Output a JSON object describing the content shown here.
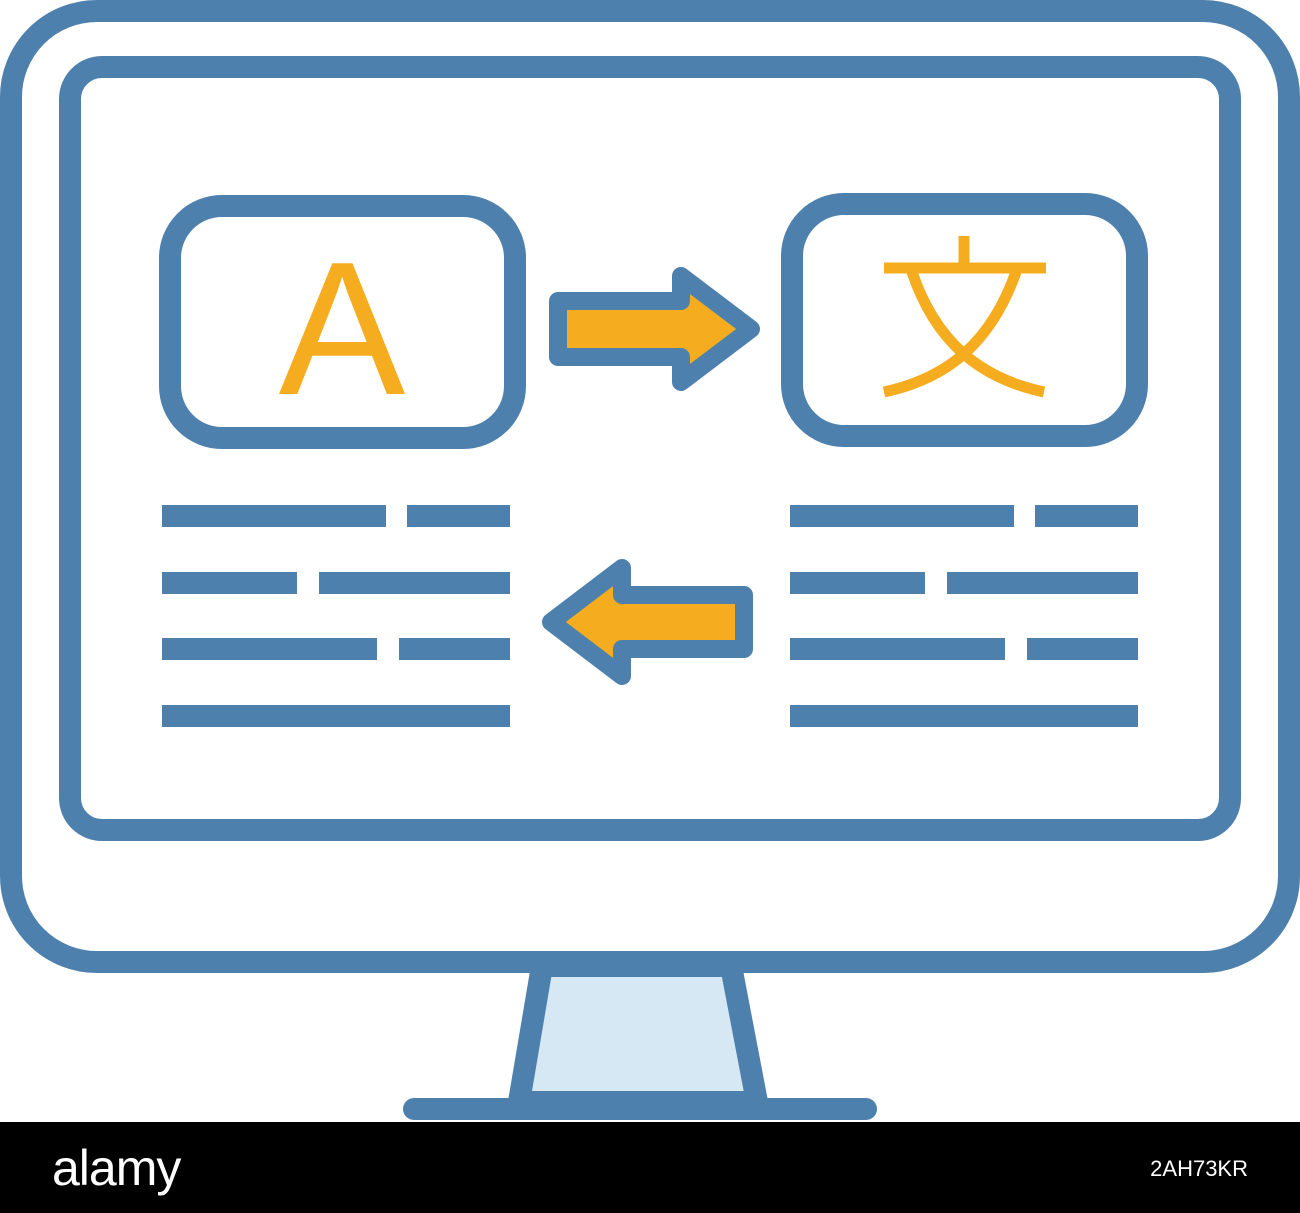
{
  "illustration": {
    "source_glyph": "A",
    "target_glyph": "文"
  },
  "footer": {
    "brand": "alamy",
    "image_id": "2AH73KR"
  },
  "colors": {
    "outline": "#4d80ad",
    "accent": "#f5ad1f",
    "stand_fill": "#d6e8f3",
    "background": "#ffffff",
    "footer_background": "#000000"
  },
  "icons": [
    "monitor-icon",
    "translate-icon",
    "arrow-right-icon",
    "arrow-left-icon",
    "text-lines-icon"
  ]
}
